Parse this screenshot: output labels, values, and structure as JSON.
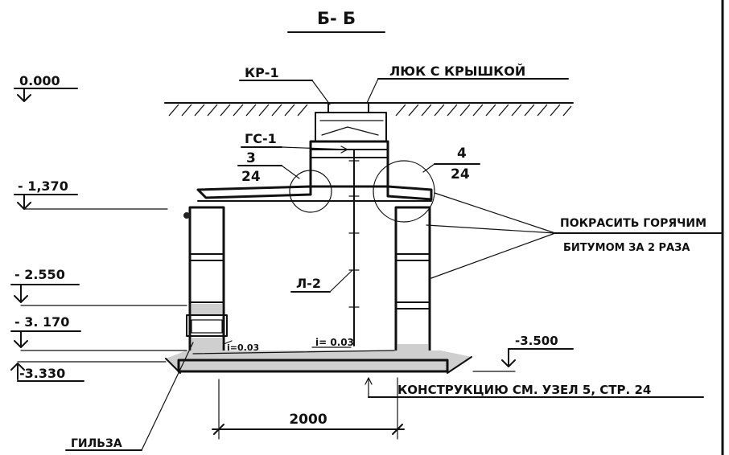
{
  "section_title": "Б- Б",
  "levels": {
    "ground": "0.000",
    "roof": "- 1,370",
    "mid": "- 2.550",
    "pipe": "- 3. 170",
    "bottom_left": "-3.330",
    "bottom_right": "-3.500"
  },
  "callouts": {
    "kr": "КР-1",
    "hatch": "ЛЮК С КРЫШКОЙ",
    "gs": "ГС-1",
    "node3_num": "3",
    "node3_den": "24",
    "node4_num": "4",
    "node4_den": "24",
    "ladder": "Л-2",
    "paint_1": "ПОКРАСИТЬ ГОРЯЧИМ",
    "paint_2": "БИТУМОМ ЗА 2 РАЗА",
    "construction": "КОНСТРУКЦИЮ СМ. УЗЕЛ 5, СТР. 24",
    "sleeve": "ГИЛЬЗА",
    "slope_left": "i=0.03",
    "slope_bottom": "i= 0.03"
  },
  "dimensions": {
    "width": "2000"
  }
}
